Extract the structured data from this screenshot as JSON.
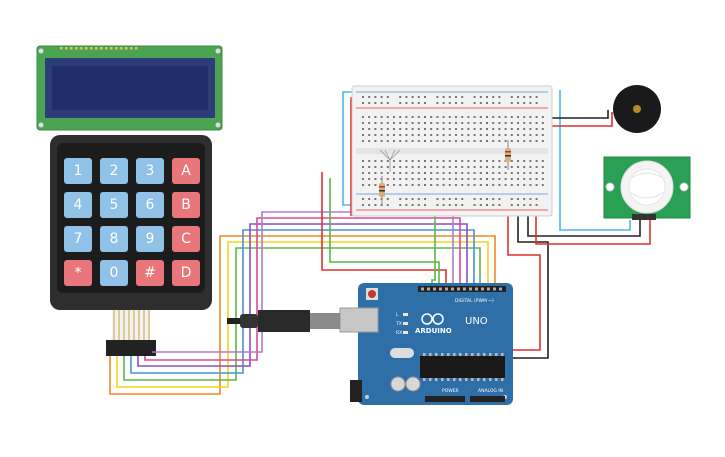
{
  "keypad": {
    "rows": [
      [
        {
          "label": "1",
          "type": "num"
        },
        {
          "label": "2",
          "type": "num"
        },
        {
          "label": "3",
          "type": "num"
        },
        {
          "label": "A",
          "type": "letter"
        }
      ],
      [
        {
          "label": "4",
          "type": "num"
        },
        {
          "label": "5",
          "type": "num"
        },
        {
          "label": "6",
          "type": "num"
        },
        {
          "label": "B",
          "type": "letter"
        }
      ],
      [
        {
          "label": "7",
          "type": "num"
        },
        {
          "label": "8",
          "type": "num"
        },
        {
          "label": "9",
          "type": "num"
        },
        {
          "label": "C",
          "type": "letter"
        }
      ],
      [
        {
          "label": "*",
          "type": "letter"
        },
        {
          "label": "0",
          "type": "num"
        },
        {
          "label": "#",
          "type": "letter"
        },
        {
          "label": "D",
          "type": "letter"
        }
      ]
    ]
  },
  "arduino": {
    "brand": "ARDUINO",
    "model": "UNO",
    "digital_label": "DIGITAL (PWM ~)",
    "power_label": "POWER",
    "analog_label": "ANALOG IN",
    "led_labels": [
      "L",
      "TX",
      "RX"
    ]
  },
  "colors": {
    "lcd_board": "#4ca352",
    "lcd_screen": "#1f2f6b",
    "keypad_body": "#2e2e2e",
    "key_num": "#8fc2e6",
    "key_letter": "#e8767a",
    "arduino_board": "#2f6fa8",
    "pir_board": "#2aa055"
  }
}
